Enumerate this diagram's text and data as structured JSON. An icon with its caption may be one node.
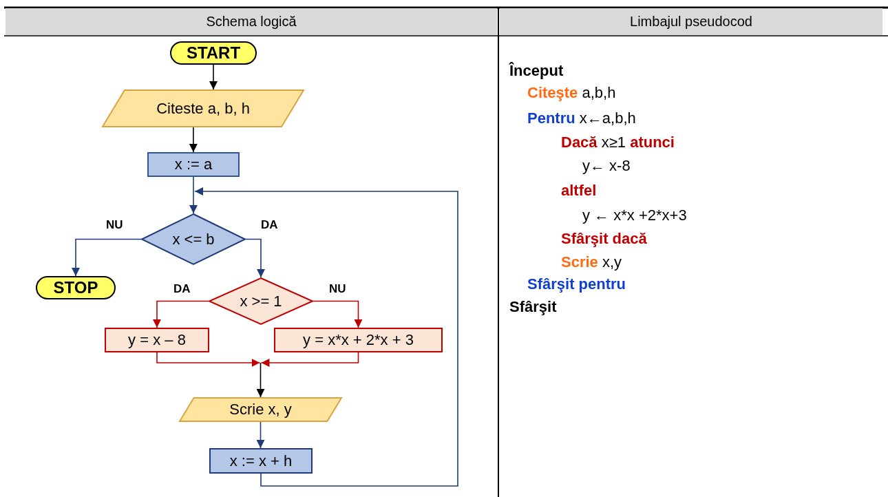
{
  "diagram": {
    "nodes": [
      {
        "text": [
          "START"
        ]
      },
      {
        "text": [
          "Citeste a, b, h"
        ]
      },
      {
        "text": [
          "x := a"
        ]
      },
      {
        "text": [
          "x <= b"
        ]
      },
      {
        "text": [
          "STOP"
        ]
      },
      {
        "text": [
          "x >= 1"
        ]
      },
      {
        "text": [
          "y = x – 8"
        ]
      },
      {
        "text": [
          "y = x*x + 2*x + 3"
        ]
      },
      {
        "text": [
          "Scrie x, y"
        ]
      },
      {
        "text": [
          "x := x + h"
        ]
      }
    ],
    "edges": [
      {
        "from": 0,
        "to": 1,
        "arrow": "to",
        "color": "#000000"
      },
      {
        "from": 1,
        "to": 2,
        "arrow": "to",
        "color": "#000000"
      },
      {
        "from": 2,
        "to": 3,
        "arrow": "to"
      },
      {
        "from": 3,
        "to": 4,
        "arrow": "to",
        "label": "NU"
      },
      {
        "from": 3,
        "to": 5,
        "arrow": "to",
        "label": "DA"
      },
      {
        "from": 5,
        "to": 6,
        "arrow": "to",
        "label": "DA",
        "color": "#c00000"
      },
      {
        "from": 5,
        "to": 7,
        "arrow": "to",
        "label": "NU",
        "color": "#c00000"
      },
      {
        "from": 6,
        "to": 8,
        "arrow": "to",
        "color": "#c00000"
      },
      {
        "from": 7,
        "to": 8,
        "arrow": "to",
        "color": "#c00000"
      },
      {
        "from": 8,
        "to": 9,
        "arrow": "to"
      },
      {
        "from": 9,
        "to": 3,
        "arrow": "to"
      }
    ],
    "labels": [
      "Schema logică",
      "Limbajul pseudocod",
      "Început",
      "**Citeşte** a,b,h",
      "**Pentru** x←a,b,h",
      "**Dacă** x≥1 **atunci**",
      "y← x-8",
      "altfel",
      "y ← x*x +2*x+3",
      "Sfârşit dacă",
      "**Scrie** x,y",
      "Sfârşit pentru",
      "Sfârşit"
    ]
  }
}
